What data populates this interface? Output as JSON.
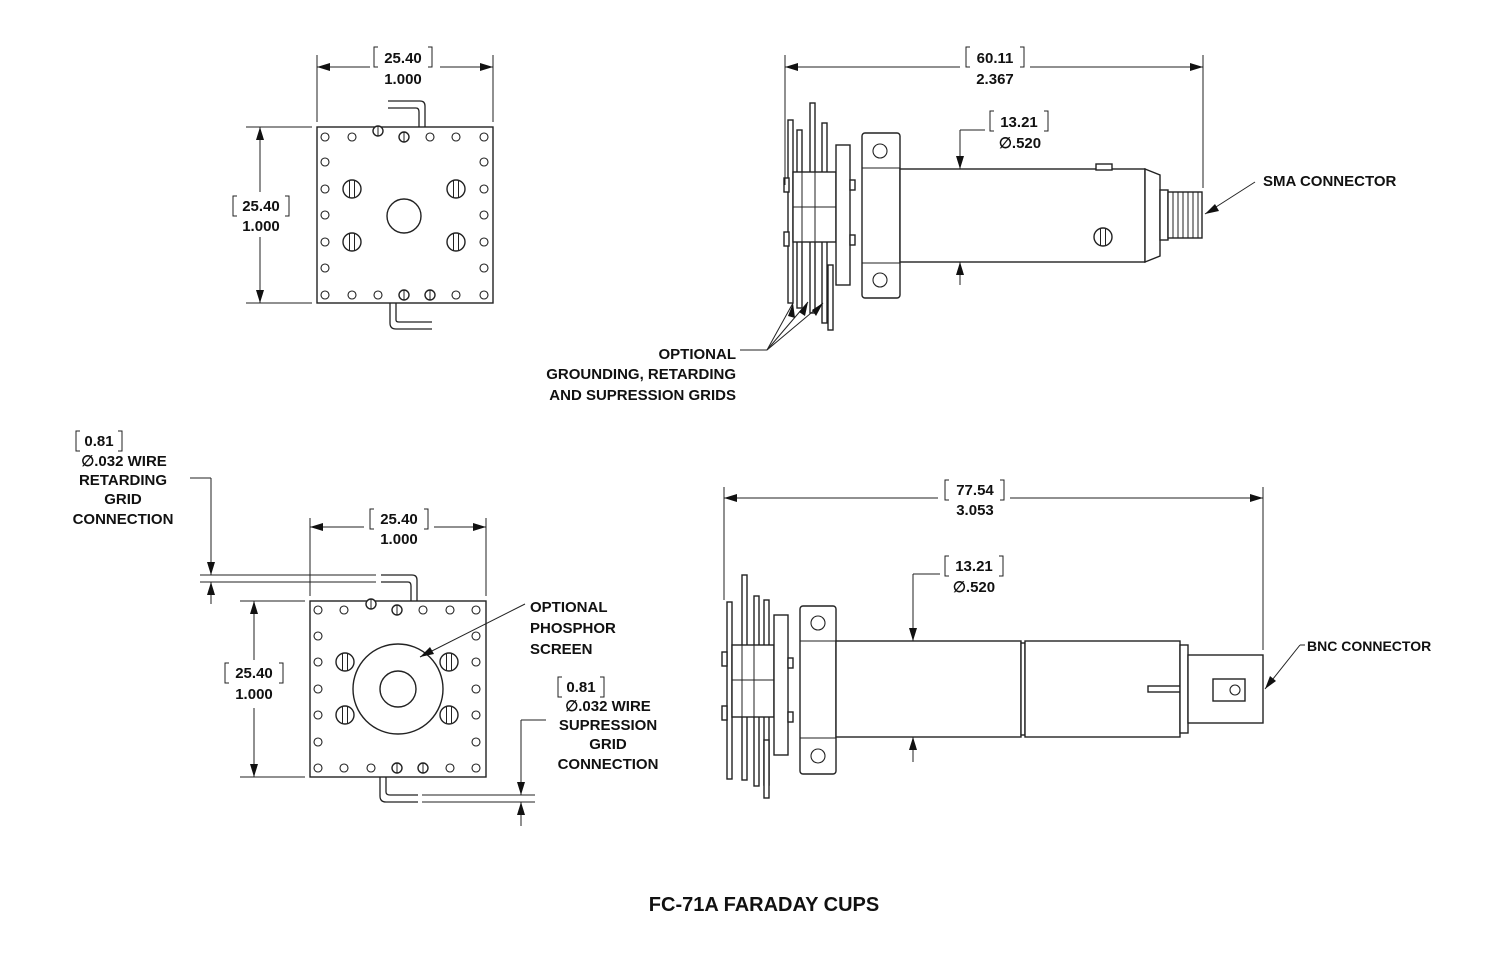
{
  "title": "FC-71A FARADAY CUPS",
  "top_front_view": {
    "width_mm": "25.40",
    "width_in": "1.000",
    "height_mm": "25.40",
    "height_in": "1.000"
  },
  "top_side_view": {
    "length_mm": "60.11",
    "length_in": "2.367",
    "dia_mm": "13.21",
    "dia_in": "∅.520",
    "connector_label": "SMA CONNECTOR",
    "grids_label_1": "OPTIONAL",
    "grids_label_2": "GROUNDING, RETARDING",
    "grids_label_3": "AND SUPRESSION GRIDS"
  },
  "bottom_front_view": {
    "width_mm": "25.40",
    "width_in": "1.000",
    "height_mm": "25.40",
    "height_in": "1.000",
    "retarding_wire_mm": "0.81",
    "retarding_wire_1": "∅.032 WIRE",
    "retarding_wire_2": "RETARDING",
    "retarding_wire_3": "GRID",
    "retarding_wire_4": "CONNECTION",
    "phosphor_1": "OPTIONAL",
    "phosphor_2": "PHOSPHOR",
    "phosphor_3": "SCREEN",
    "supp_wire_mm": "0.81",
    "supp_wire_1": "∅.032  WIRE",
    "supp_wire_2": "SUPRESSION",
    "supp_wire_3": "GRID",
    "supp_wire_4": "CONNECTION"
  },
  "bottom_side_view": {
    "length_mm": "77.54",
    "length_in": "3.053",
    "dia_mm": "13.21",
    "dia_in": "∅.520",
    "connector_label": "BNC CONNECTOR"
  }
}
